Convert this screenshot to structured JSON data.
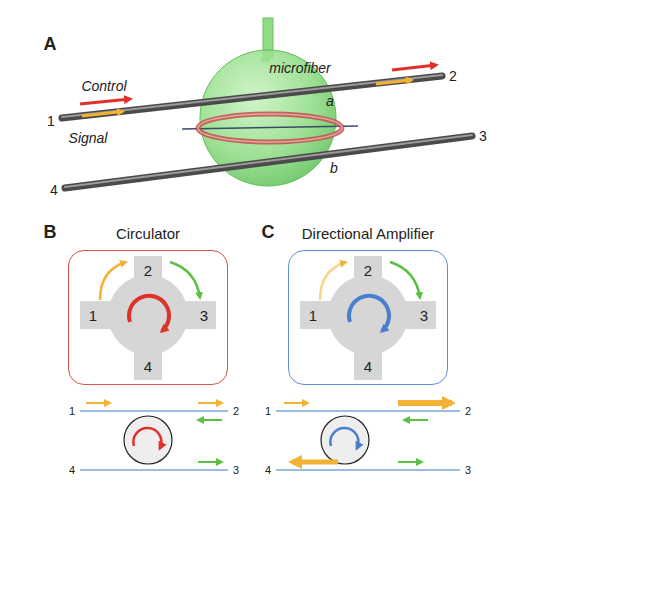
{
  "diagram": {
    "nodes": [
      {
        "text": [
          "Circulator"
        ]
      },
      {
        "text": [
          "Directional Amplifier"
        ]
      }
    ],
    "labels": [
      "A",
      "Control",
      "Signal",
      "microfiber",
      "a",
      "b",
      "1",
      "2",
      "3",
      "4",
      "B",
      "2",
      "1",
      "3",
      "4",
      "1",
      "2",
      "4",
      "3",
      "C",
      "2",
      "1",
      "3",
      "4",
      "1",
      "2",
      "4",
      "3"
    ]
  }
}
